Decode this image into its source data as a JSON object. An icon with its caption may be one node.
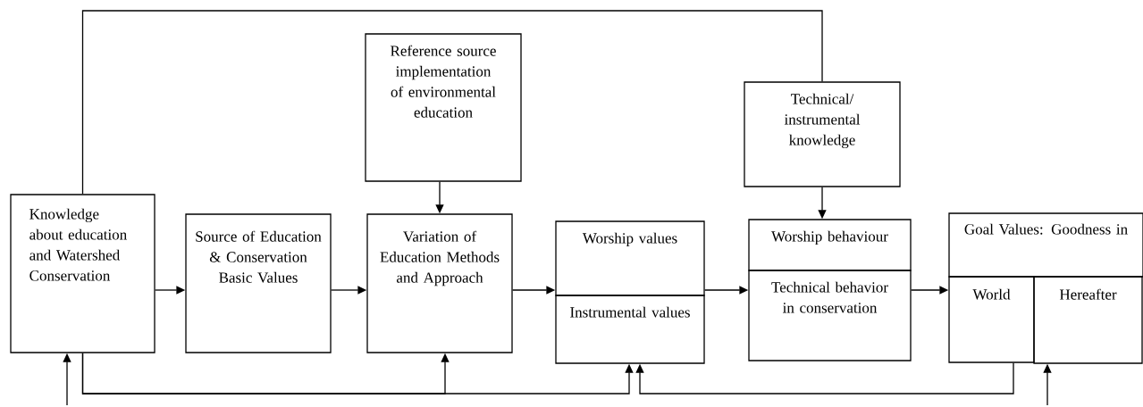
{
  "diagram": {
    "nodes": [
      {
        "text": [
          "Knowledge about education and Watershed Conservation"
        ]
      },
      {
        "text": [
          "Source of Education & Conservation Basic Values"
        ]
      },
      {
        "text": [
          "Reference source implementation of environmental education"
        ]
      },
      {
        "text": [
          "Variation of Education Methods and Approach"
        ]
      },
      {
        "text": [
          "Worship values"
        ]
      },
      {
        "text": [
          "Instrumental values"
        ]
      },
      {
        "text": [
          "Technical/ instrumental knowledge"
        ]
      },
      {
        "text": [
          "Worship behaviour"
        ]
      },
      {
        "text": [
          "Technical behavior in conservation"
        ]
      },
      {
        "text": [
          "Goal Values: Goodness in"
        ]
      },
      {
        "text": [
          "World"
        ]
      },
      {
        "text": [
          "Hereafter"
        ]
      }
    ],
    "edges": [
      {
        "from": 0,
        "to": 1,
        "arrow": "to"
      },
      {
        "from": 1,
        "to": 3,
        "arrow": "to"
      },
      {
        "from": 2,
        "to": 3,
        "arrow": "to"
      },
      {
        "from": 3,
        "to": 4,
        "arrow": "to"
      },
      {
        "from": 4,
        "to": 8,
        "arrow": "to"
      },
      {
        "from": 6,
        "to": 7,
        "arrow": "to"
      },
      {
        "from": 8,
        "to": 10,
        "arrow": "to"
      },
      {
        "from": 0,
        "to": 6,
        "arrow": "none"
      },
      {
        "from": 0,
        "to": 3,
        "arrow": "to"
      },
      {
        "from": 0,
        "to": 5,
        "arrow": "to"
      },
      {
        "from": 10,
        "to": 5,
        "arrow": "to"
      },
      {
        "from": null,
        "to": 0,
        "arrow": "to"
      },
      {
        "from": null,
        "to": 11,
        "arrow": "to"
      }
    ]
  }
}
